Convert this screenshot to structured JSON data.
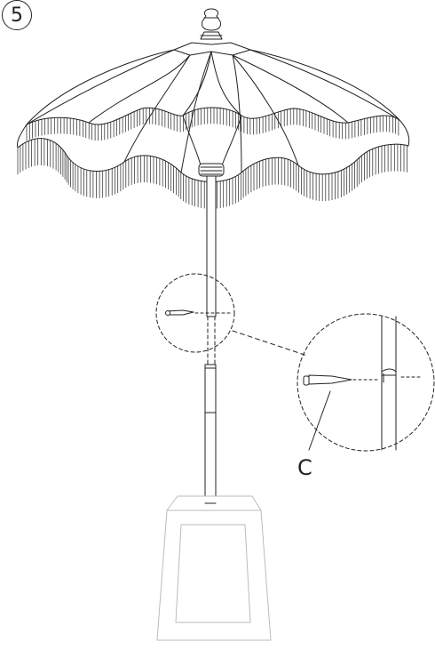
{
  "step": {
    "number": "5"
  },
  "callout": {
    "label": "C"
  },
  "colors": {
    "line": "#222222",
    "base_outline": "#bbbbbb",
    "background": "#ffffff"
  },
  "icons": {
    "step": "circled-number",
    "part": "pin-bolt"
  }
}
